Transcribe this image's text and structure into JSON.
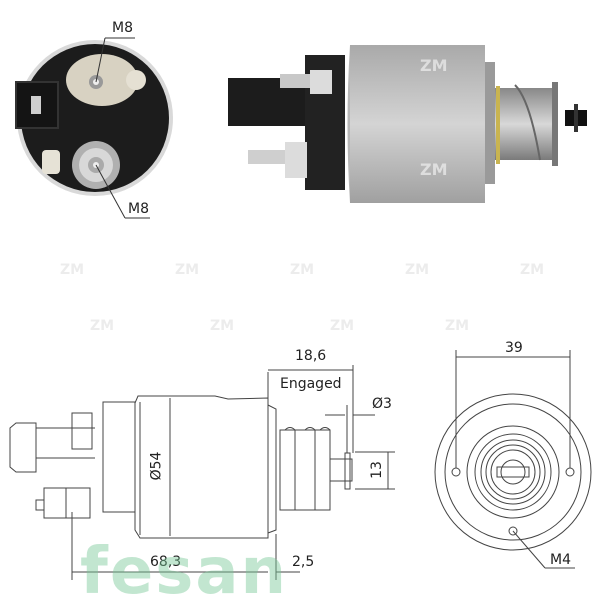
{
  "photos": {
    "end_view": {
      "terminal_top_label": "M8",
      "terminal_bottom_label": "M8"
    },
    "side_view": {
      "watermark": "ZM"
    }
  },
  "drawing": {
    "side_view": {
      "dim_engaged_length": "18,6",
      "engaged_label": "Engaged",
      "dim_pin_diameter": "Ø3",
      "dim_pin_width": "13",
      "dim_body_diameter": "Ø54",
      "dim_body_length": "68,3",
      "dim_flange": "2,5"
    },
    "end_view": {
      "dim_hole_spacing": "39",
      "mount_thread": "M4"
    }
  },
  "watermarks": {
    "brand_small": "ZM",
    "brand_large": "fesan"
  },
  "colors": {
    "line": "#444444",
    "body_photo": "#b8b8b8",
    "dark_plastic": "#1e1e1e",
    "fesan_green": "#7cc79a"
  }
}
